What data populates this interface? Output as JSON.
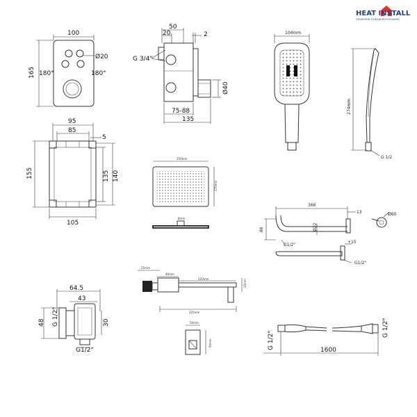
{
  "brand": {
    "name": "HEAT INSTALL",
    "tagline": "ОПАЛЕННЯ ТА ВОДОПОСТАЧАННЯ",
    "accent_color": "#1f3f86",
    "icon_color": "#e5322d"
  },
  "panel": {
    "width": "100",
    "height": "165",
    "button_dia": "Ø20",
    "angle_left": "180°",
    "angle_right": "180°"
  },
  "valve": {
    "dim_50": "50",
    "dim_20": "20",
    "dim_2": "2",
    "thread": "G 3/4\"",
    "dia": "Ø40",
    "depth": "75-88",
    "total": "135"
  },
  "frame": {
    "w95": "95",
    "w85": "85",
    "d5": "5",
    "h155": "155",
    "h135": "135",
    "h140": "140",
    "w105": "105"
  },
  "handshower": {
    "width": "104mm",
    "length": "274mm",
    "thread": "G 1/2"
  },
  "overhead": {
    "width": "250mm",
    "height": "170mm",
    "depth": "8mm"
  },
  "arm": {
    "length": "366",
    "d13": "13",
    "h": "86",
    "dia": "Ø22",
    "thread": "G1/2\"",
    "d15": "+15",
    "thread2": "G1/2\"",
    "rose_dia": "Ø60"
  },
  "spout": {
    "d25": "25mm",
    "d40": "40mm",
    "d220": "220mm",
    "d15": "15mm",
    "d225": "225mm",
    "d50": "50mm",
    "d50v": "50mm"
  },
  "elbow": {
    "d645": "64.5",
    "d43": "43",
    "thread": "G 1/2\"",
    "d48": "48",
    "d30": "30",
    "thread2": "G1/2\""
  },
  "hose": {
    "thread_left": "G 1/2\"",
    "length": "1600",
    "thread_right": "G 1/2\""
  }
}
